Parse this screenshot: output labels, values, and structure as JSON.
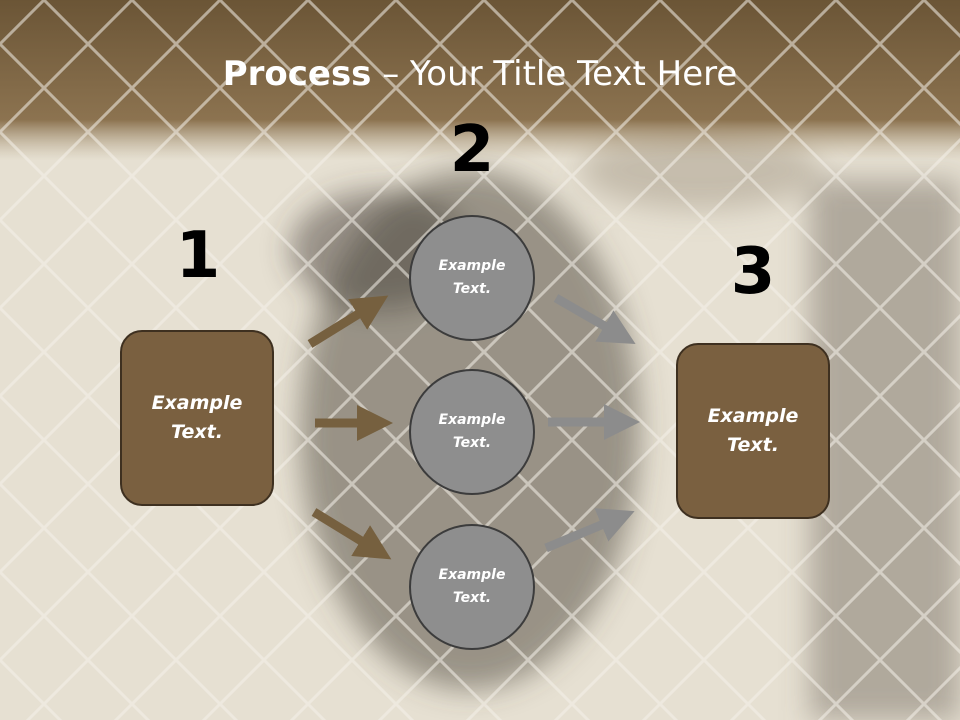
{
  "slide": {
    "title_bold": "Process",
    "title_rest": " – Your Title Text Here",
    "step_numbers": [
      "1",
      "2",
      "3"
    ],
    "left_box": "Example\nText.",
    "right_box": "Example\nText.",
    "circles": [
      "Example\nText.",
      "Example\nText.",
      "Example\nText."
    ]
  },
  "colors": {
    "header_brown": "#7a6040",
    "box_fill": "#7a6040",
    "circle_fill": "#8e8e8e",
    "arrow_brown": "#76603f",
    "arrow_gray": "#8c8c8c"
  }
}
